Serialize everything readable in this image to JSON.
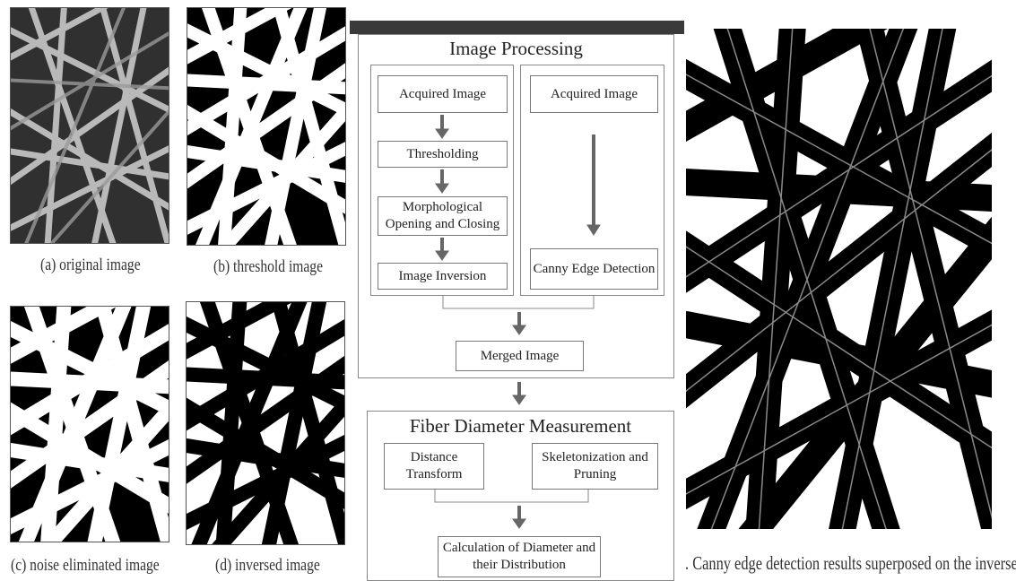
{
  "left_panel": {
    "captions": {
      "a": "(a) original image",
      "b": "(b) threshold image",
      "c": "(c) noise eliminated image",
      "d": "(d) inversed image"
    }
  },
  "flowchart": {
    "image_processing": {
      "title": "Image Processing",
      "left_column": [
        "Acquired Image",
        "Thresholding",
        "Morphological Opening and Closing",
        "Image Inversion"
      ],
      "right_column": [
        "Acquired Image",
        "Canny Edge Detection"
      ],
      "merged": "Merged Image"
    },
    "fiber_measurement": {
      "title": "Fiber Diameter Measurement",
      "left": "Distance Transform",
      "right": "Skeletonization and Pruning",
      "result": "Calculation of Diameter and their Distribution"
    }
  },
  "right_panel": {
    "caption": ". Canny edge detection results superposed on the inversed"
  },
  "colors": {
    "header_bar": "#3a3a3a",
    "arrow": "#666666",
    "box_border": "#777777"
  }
}
